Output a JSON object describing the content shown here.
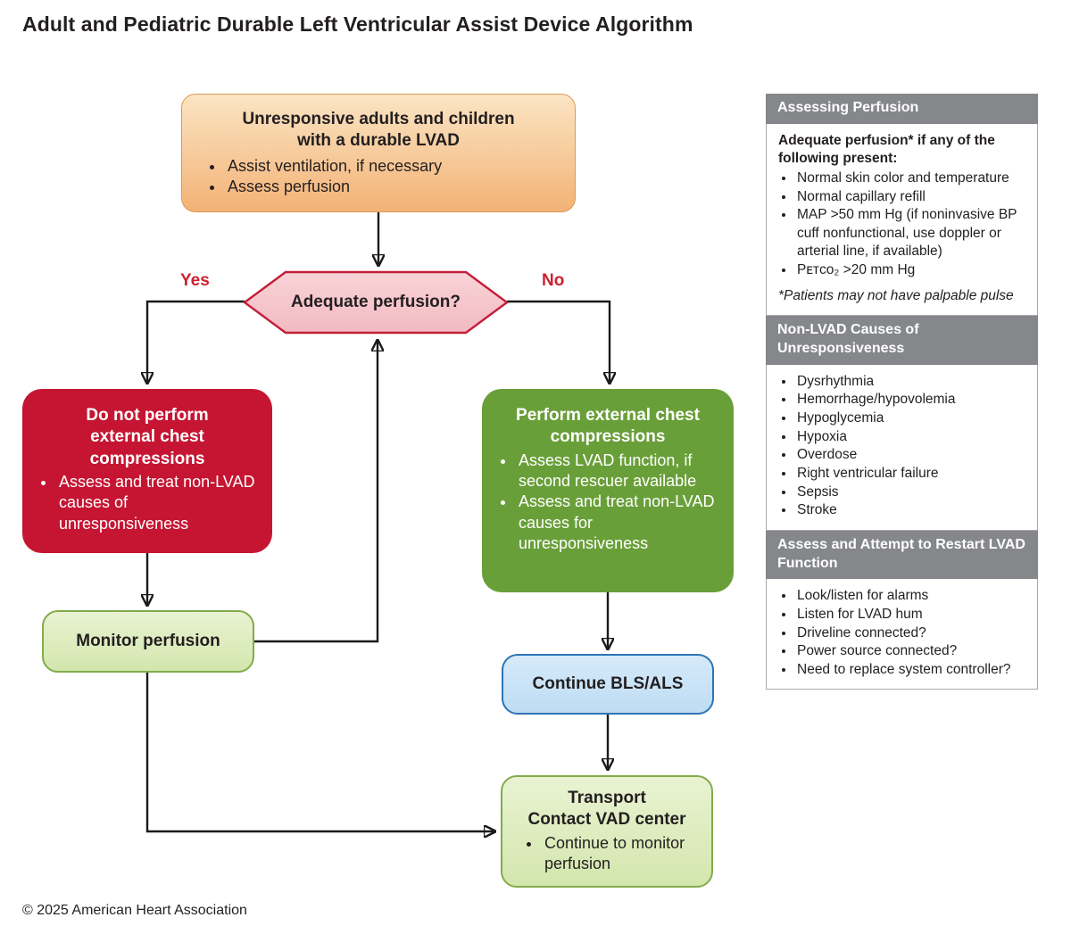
{
  "title": "Adult and Pediatric Durable Left Ventricular Assist Device Algorithm",
  "footer": "© 2025 American Heart Association",
  "flowchart": {
    "start_box": {
      "title": "Unresponsive adults and children\nwith a durable LVAD",
      "bullets": [
        "Assist ventilation, if necessary",
        "Assess perfusion"
      ]
    },
    "decision": {
      "label": "Adequate perfusion?",
      "yes_label": "Yes",
      "no_label": "No"
    },
    "no_compressions_box": {
      "title": "Do not perform\nexternal chest\ncompressions",
      "bullets": [
        "Assess and treat non-LVAD causes of unresponsiveness"
      ]
    },
    "compressions_box": {
      "title": "Perform external chest\ncompressions",
      "bullets": [
        "Assess LVAD function, if second rescuer available",
        "Assess and treat non-LVAD causes for unresponsiveness"
      ]
    },
    "monitor_box": {
      "label": "Monitor perfusion"
    },
    "bls_box": {
      "label": "Continue BLS/ALS"
    },
    "transport_box": {
      "title": "Transport\nContact VAD center",
      "bullets": [
        "Continue to monitor perfusion"
      ]
    }
  },
  "sidebar": {
    "panels": [
      {
        "header": "Assessing Perfusion",
        "intro": "Adequate perfusion* if any of the following present:",
        "bullets": [
          "Normal skin color and temperature",
          "Normal capillary refill",
          "MAP >50 mm Hg (if noninvasive BP cuff nonfunctional, use doppler or arterial line, if available)",
          "Pᴇᴛᴄᴏ₂ >20 mm Hg"
        ],
        "footnote": "*Patients may not have palpable pulse"
      },
      {
        "header": "Non-LVAD Causes of Unresponsiveness",
        "bullets": [
          "Dysrhythmia",
          "Hemorrhage/hypovolemia",
          "Hypoglycemia",
          "Hypoxia",
          "Overdose",
          "Right ventricular failure",
          "Sepsis",
          "Stroke"
        ]
      },
      {
        "header": "Assess and Attempt to Restart LVAD Function",
        "bullets": [
          "Look/listen for alarms",
          "Listen for LVAD hum",
          "Driveline connected?",
          "Power source connected?",
          "Need to replace system controller?"
        ]
      }
    ]
  },
  "colors": {
    "aha_red": "#c51532",
    "branch_label_red": "#ce2030",
    "green": "#699f38",
    "light_green_border": "#82ab4b",
    "blue_border": "#2e74b5",
    "orange_border": "#dd9a52",
    "gray_header": "#85878a",
    "arrow": "#1a1a1a"
  }
}
